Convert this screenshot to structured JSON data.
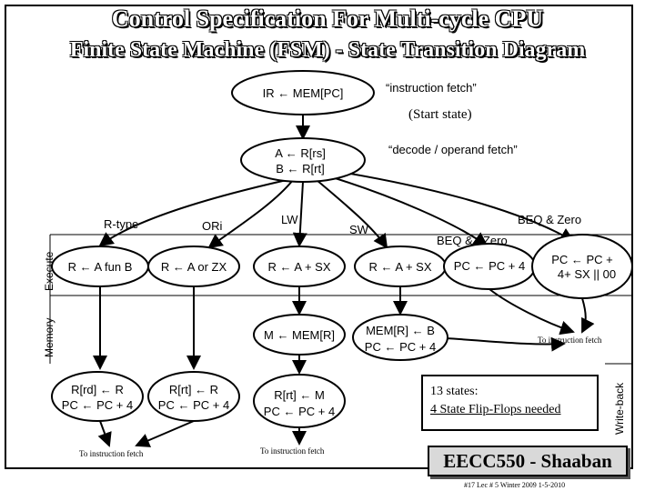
{
  "title": "Control Specification For Multi-cycle CPU",
  "subtitle": "Finite State Machine (FSM)  -  State Transition Diagram",
  "states": {
    "fetch": {
      "line1": "IR ← MEM[PC]"
    },
    "decode": {
      "line1": "A ← R[rs]",
      "line2": "B ← R[rt]"
    },
    "rtype_exec": {
      "line1": "R ← A fun B"
    },
    "ori_exec": {
      "line1": "R ← A or ZX"
    },
    "lw_exec": {
      "line1": "R ← A + SX"
    },
    "sw_exec": {
      "line1": "R ← A + SX"
    },
    "beq_notzero": {
      "line1": "PC ← PC + 4"
    },
    "beq_zero": {
      "line1": "PC ← PC +",
      "line2": "4+ SX || 00"
    },
    "lw_mem": {
      "line1": "M ← MEM[R]"
    },
    "sw_mem": {
      "line1": "MEM[R] ← B",
      "line2": "PC ← PC + 4"
    },
    "rtype_wb": {
      "line1": "R[rd] ← R",
      "line2": "PC ← PC + 4"
    },
    "ori_wb": {
      "line1": "R[rt] ← R",
      "line2": "PC ← PC + 4"
    },
    "lw_wb": {
      "line1": "R[rt] ← M",
      "line2": "PC ← PC + 4"
    }
  },
  "labels": {
    "fetch_desc": "“instruction fetch”",
    "start_state": "(Start state)",
    "decode_desc": "“decode / operand fetch”",
    "rtype": "R-type",
    "ori": "ORi",
    "lw": "LW",
    "sw": "SW",
    "beq_zero": "BEQ & Zero",
    "beq_notzero": "BEQ & ~Zero",
    "to_fetch_1": "To instruction fetch",
    "to_fetch_2": "To instruction fetch",
    "to_fetch_3": "To instruction fetch",
    "phase_execute": "Execute",
    "phase_memory": "Memory",
    "phase_writeback": "Write-back"
  },
  "note": {
    "line1": "13 states:",
    "line2": "4 State Flip-Flops needed"
  },
  "course": "EECC550 - Shaaban",
  "footer": "#17   Lec # 5  Winter 2009  1-5-2010"
}
